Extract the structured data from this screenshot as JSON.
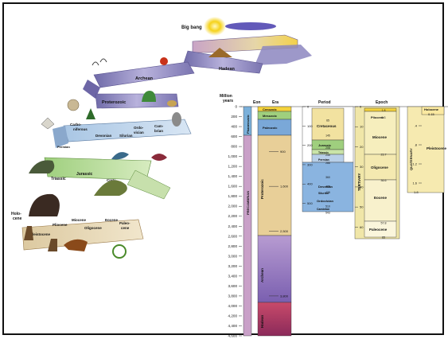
{
  "spiral": {
    "big_bang": "Big bang",
    "hadean": "Hadean",
    "archean": "Archean",
    "proterozoic": "Proterozoic",
    "carboniferous": [
      "Carbo-",
      "niferous"
    ],
    "permian": "Permian",
    "devonian": "Devonian",
    "silurian": "Silurian",
    "ordovician": [
      "Ordo-",
      "vician"
    ],
    "cambrian": [
      "Cam-",
      "brian"
    ],
    "jurassic": "Jurassic",
    "triassic": "Triassic",
    "cretaceous": [
      "Creta-",
      "ceous"
    ],
    "holocene": [
      "Holo-",
      "cene"
    ],
    "pleistocene": "Pleistocene",
    "pliocene": "Pliocene",
    "miocene": "Miocene",
    "oligocene": "Oligocene",
    "eocene": "Eocene",
    "paleocene": [
      "Paleo-",
      "cene"
    ]
  },
  "timescale": {
    "axis_title": [
      "Million",
      "years"
    ],
    "col_eon": "Eon",
    "col_era": "Era",
    "col_period": "Period",
    "col_epoch": "Epoch",
    "ticks": [
      "0",
      "200",
      "400",
      "600",
      "800",
      "1,000",
      "1,200",
      "1,400",
      "1,600",
      "1,800",
      "2,000",
      "2,200",
      "2,400",
      "2,600",
      "2,800",
      "3,000",
      "3,200",
      "3,400",
      "3,600",
      "3,800",
      "4,000",
      "4,200",
      "4,400",
      "4,600"
    ],
    "eons": {
      "phanerozoic": "Phanerozoic",
      "precambrian": "PRECAMBRIAN"
    },
    "eras": {
      "cenozoic": "Cenozoic",
      "mesozoic": "Mesozoic",
      "paleozoic": "Paleozoic",
      "proterozoic": "Proterozoic",
      "archean": "Archean",
      "hadean": "Hadean"
    },
    "era_marks": [
      "900",
      "1,600",
      "2,500",
      "3,800"
    ],
    "period_ticks": [
      "0",
      "100",
      "200",
      "300",
      "400",
      "500"
    ],
    "periods": {
      "cretaceous": "Cretaceous",
      "jurassic": "Jurassic",
      "triassic": "Triassic",
      "permian": "Permian",
      "devonian": "Devonian",
      "silurian": "Silurian",
      "ordovician": "Ordovician",
      "cambrian": "Cambrian"
    },
    "period_marks": [
      "65",
      "145",
      "208",
      "245",
      "286",
      "360",
      "408",
      "438",
      "510",
      "543"
    ],
    "epoch_ticks": [
      "0",
      "10",
      "20",
      "30",
      "40",
      "50",
      "60"
    ],
    "epochs": {
      "pliocene": "Pliocene",
      "miocene": "Miocene",
      "oligocene": "Oligocene",
      "eocene": "Eocene",
      "paleocene": "Paleocene",
      "tertiary": "TERTIARY"
    },
    "epoch_marks": [
      "1.8",
      "5.3",
      "23.7",
      "36.6",
      "57.8",
      "65"
    ],
    "quaternary": {
      "label": "QUATERNARY",
      "holocene": "Holocene",
      "holocene_mark": "0.15",
      "pleistocene": "Pleistocene",
      "ticks": [
        ".4",
        ".8",
        "1.2",
        "1.6"
      ],
      "bottom_mark": "1.8"
    }
  }
}
